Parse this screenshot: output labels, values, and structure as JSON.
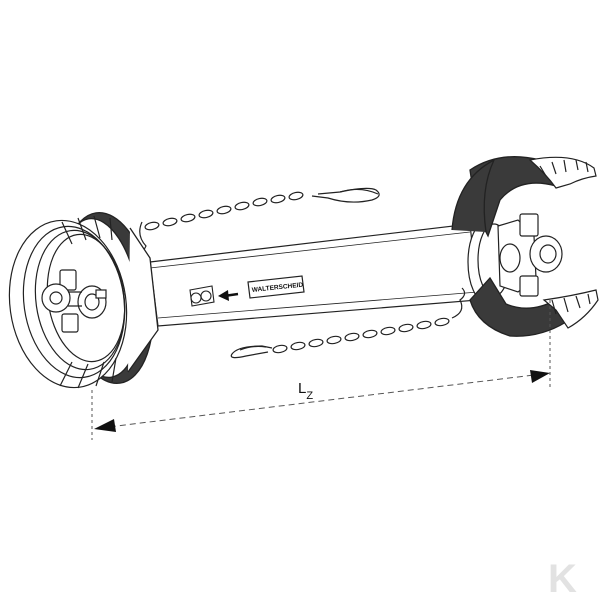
{
  "diagram": {
    "dimension_label": {
      "main": "L",
      "subscript": "Z"
    },
    "brand_plate_text": "WALTERSCHEID",
    "watermark": "K",
    "colors": {
      "line": "#222222",
      "fill": "#ffffff",
      "dark_guard": "#3a3a3a",
      "dim_line": "#555555",
      "watermark": "#e2e2e2"
    }
  }
}
